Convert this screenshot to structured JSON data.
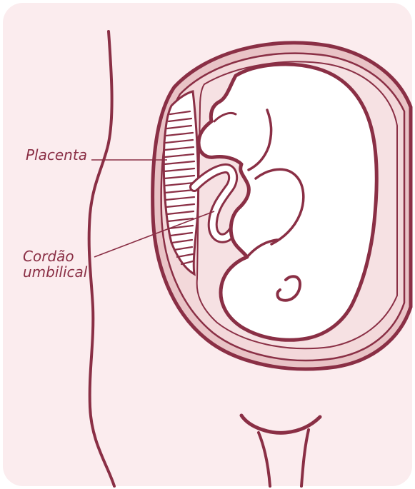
{
  "labels": {
    "placenta": "Placenta",
    "cord_line1": "Cordão",
    "cord_line2": "umbilical"
  },
  "colors": {
    "background_card": "#fbecee",
    "outline": "#8a2f45",
    "uterus_inner": "#e9c3c6",
    "amniotic": "#f3d8da",
    "fetus_fill": "#ffffff",
    "placenta_fill": "#ffffff"
  }
}
